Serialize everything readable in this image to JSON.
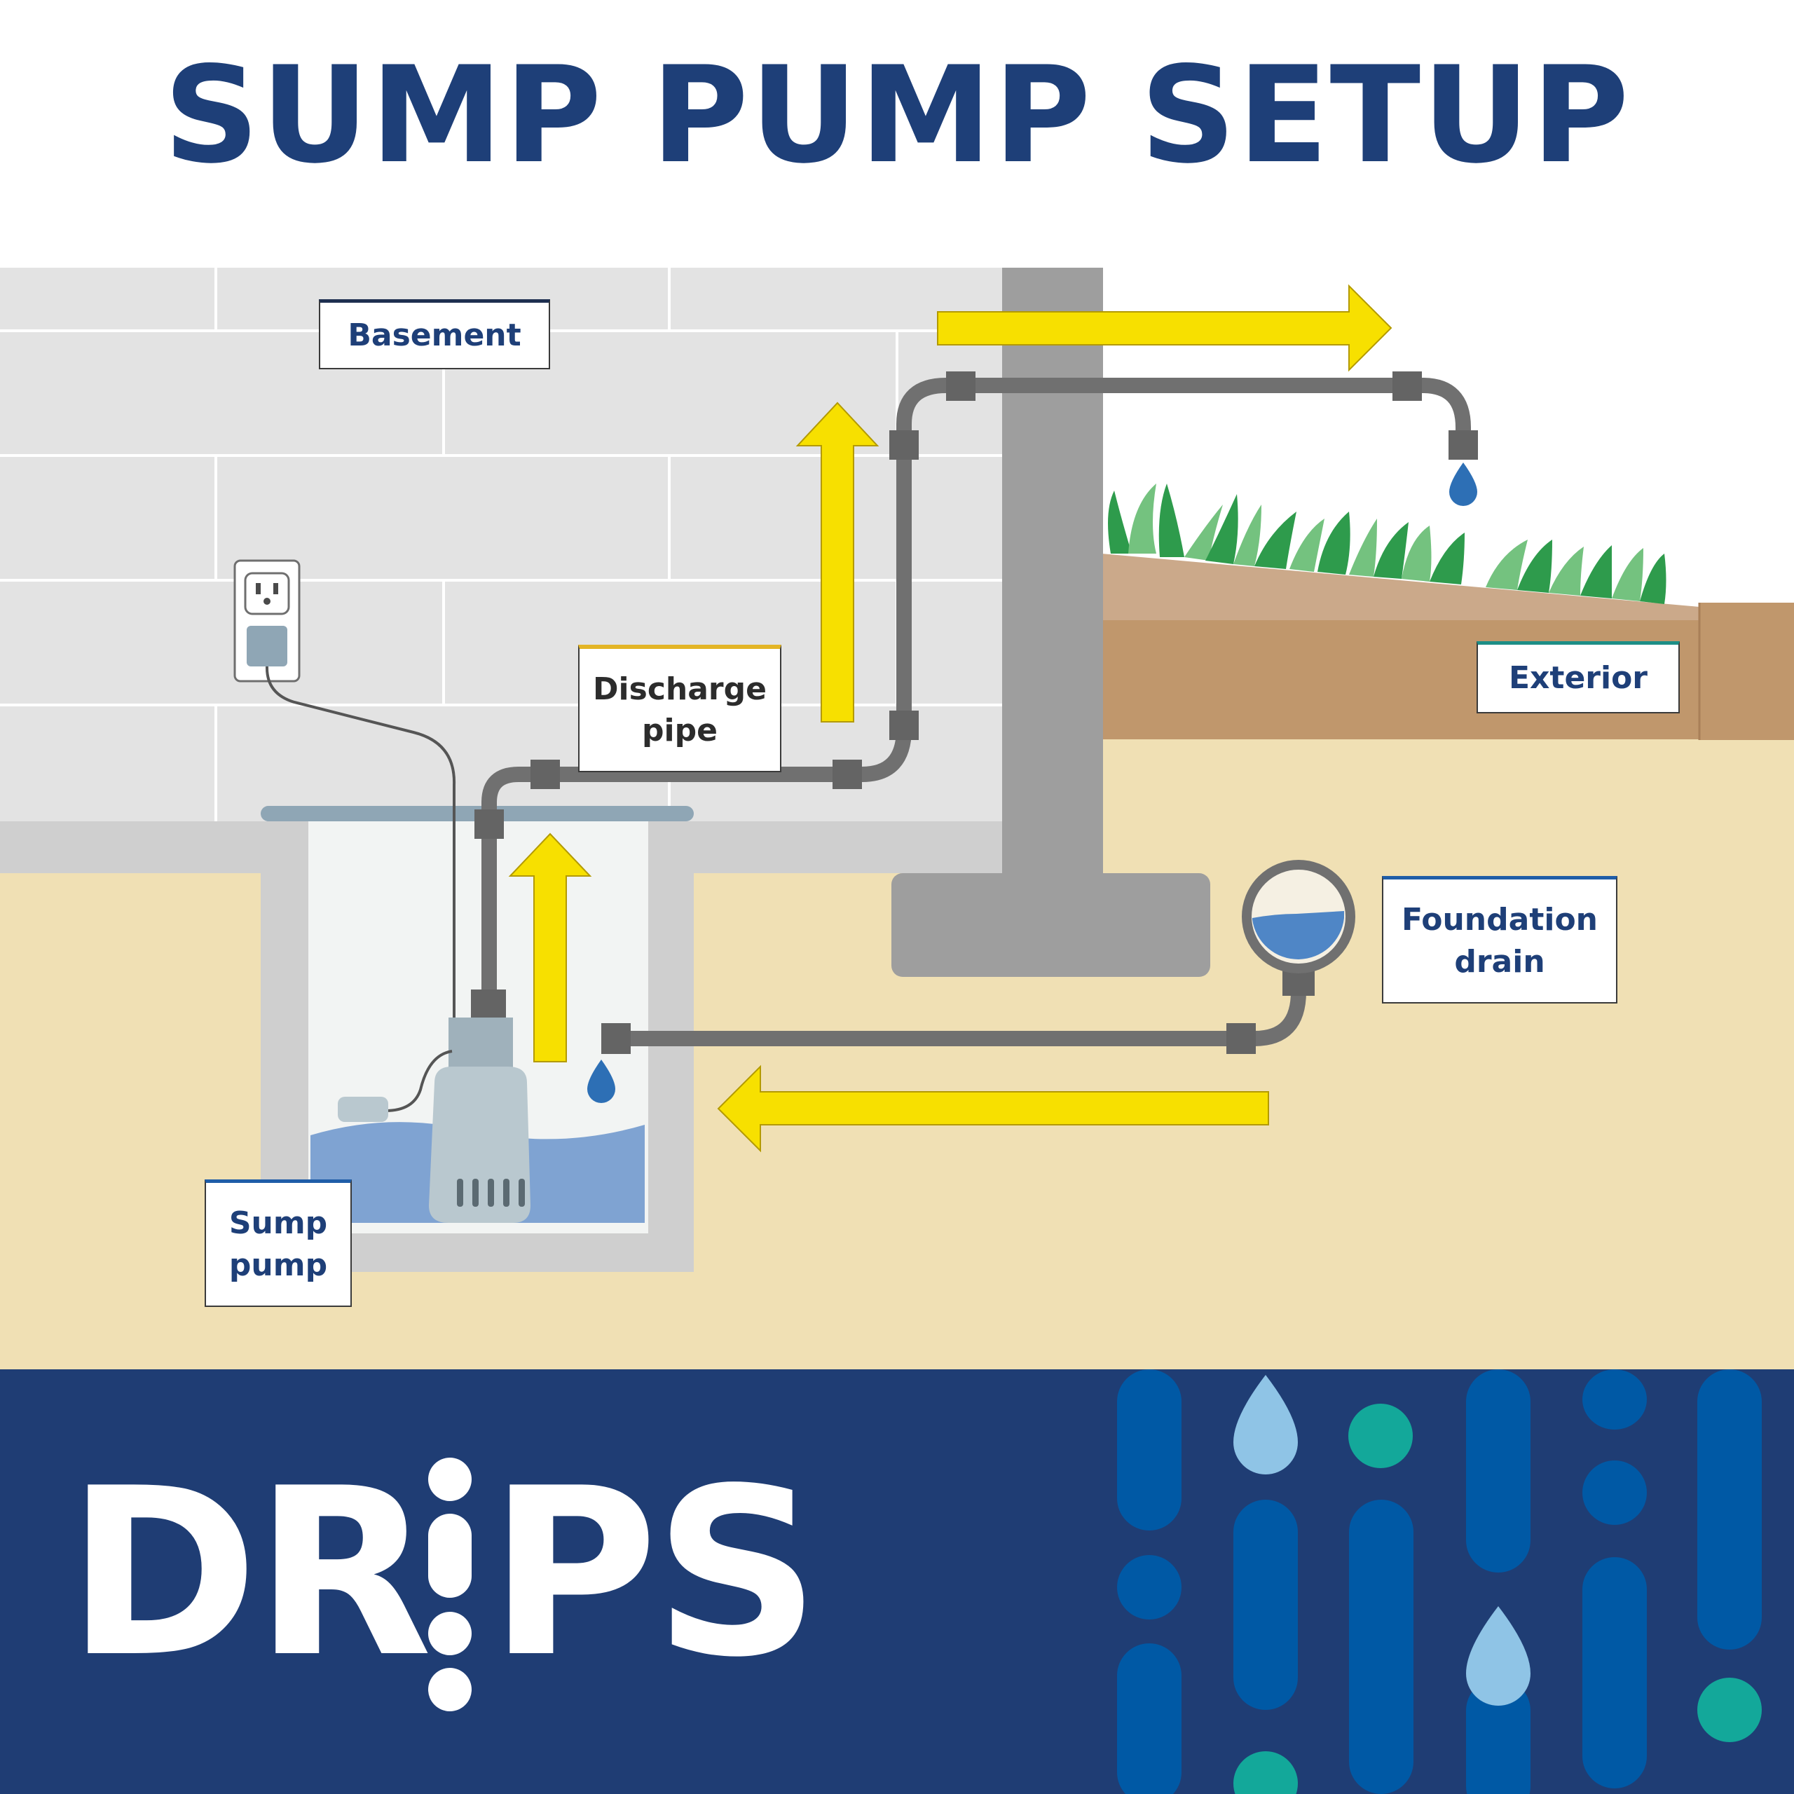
{
  "title": "SUMP PUMP SETUP",
  "labels": {
    "basement": "Basement",
    "discharge_line1": "Discharge",
    "discharge_line2": "pipe",
    "exterior": "Exterior",
    "foundation_line1": "Foundation",
    "foundation_line2": "drain",
    "sump_line1": "Sump",
    "sump_line2": "pump"
  },
  "brand": {
    "part1": "DR",
    "part2": "PS"
  },
  "colors": {
    "title_blue": "#1e3f78",
    "footer_blue": "#1f3d74",
    "arrow_yellow": "#f7e000",
    "pipe_gray": "#707070",
    "water_blue": "#7fa3d2",
    "drop_blue": "#2d6fb5",
    "soil": "#f0e0b4",
    "wall_gray": "#e3e3e3",
    "grass_dark": "#2e9b4c",
    "grass_light": "#74c27f",
    "teal": "#13a89a",
    "light_blue_drop": "#8fc4e6"
  },
  "icons": [
    "electrical-outlet-icon",
    "water-drop-icon",
    "flow-arrow-icon",
    "float-switch-icon"
  ]
}
